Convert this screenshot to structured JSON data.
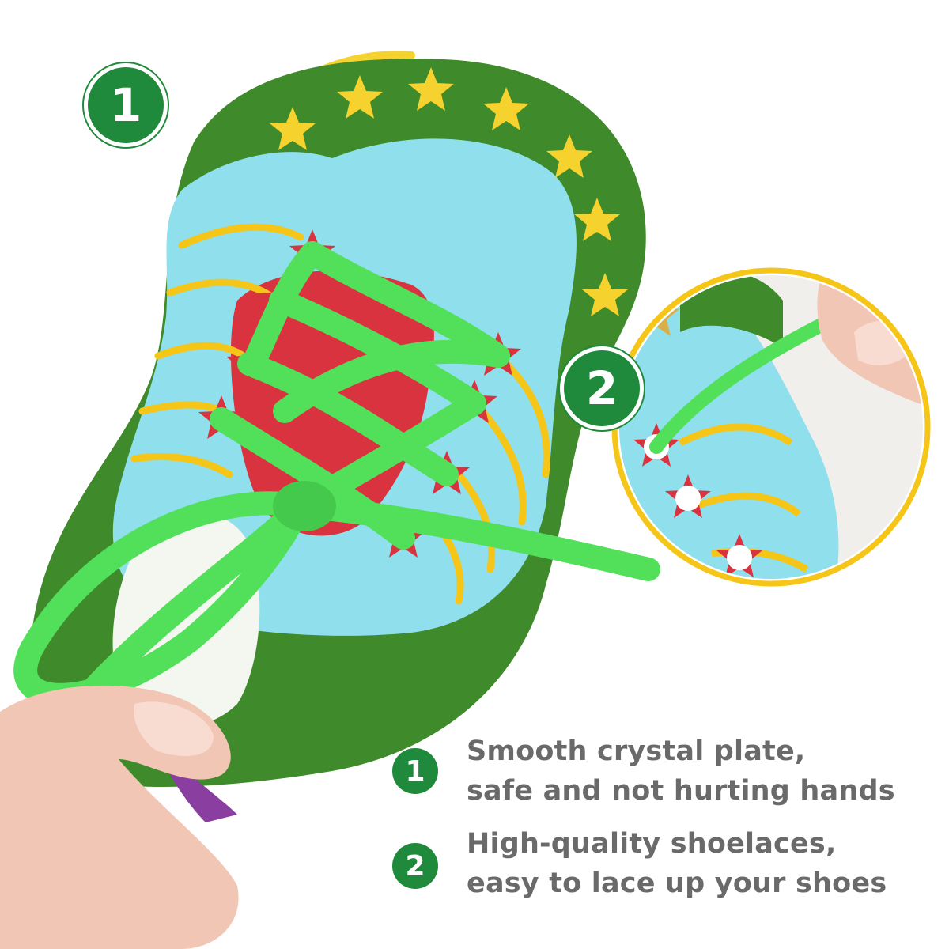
{
  "badges": {
    "top_left": "1",
    "zoom_marker": "2"
  },
  "features": [
    {
      "number": "1",
      "lines": [
        "Smooth crystal plate,",
        "safe and not hurting hands"
      ]
    },
    {
      "number": "2",
      "lines": [
        "High-quality shoelaces,",
        "easy to lace up your shoes"
      ]
    }
  ],
  "colors": {
    "badge_green": "#1f8a3c",
    "plate_green": "#3f8a2a",
    "plate_cyan": "#8fe0ec",
    "star_yellow": "#f5d22e",
    "lace_green": "#52e05a",
    "eyelet_red": "#d8333f",
    "text_gray": "#6a6a6a",
    "zoom_ring": "#f5c518"
  }
}
